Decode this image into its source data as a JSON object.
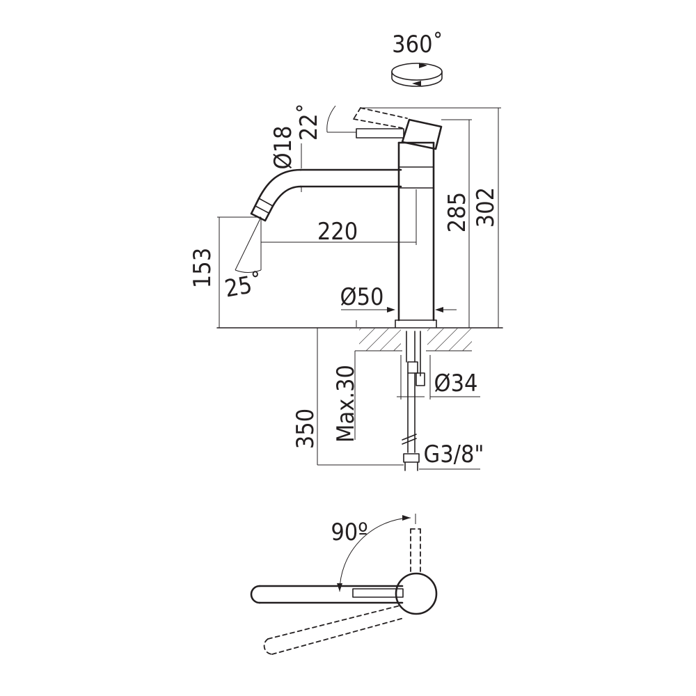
{
  "labels": {
    "rotation": "360˚",
    "handle_angle": "22˚",
    "spout_diameter": "Ø18",
    "spout_reach": "220",
    "spout_height": "153",
    "spout_angle": "25˚",
    "height_285": "285",
    "height_302": "302",
    "body_diameter": "Ø50",
    "max_thickness": "Max.30",
    "shank_diameter": "Ø34",
    "hose_length": "350",
    "connection": "G3/8\"",
    "swivel_angle": "90º"
  },
  "icons": {
    "rotation": "rotation-arrow-icon"
  }
}
